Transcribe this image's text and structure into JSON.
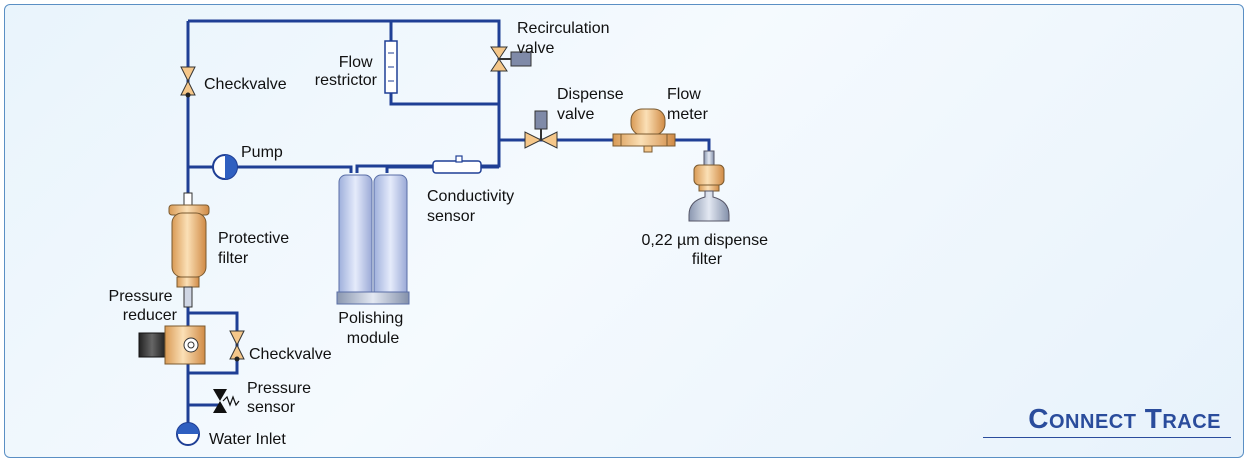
{
  "labels": {
    "recirculation_valve": [
      "Recirculation",
      "valve"
    ],
    "flow_restrictor": [
      "Flow",
      "restrictor"
    ],
    "checkvalve_top": "Checkvalve",
    "dispense_valve": [
      "Dispense",
      "valve"
    ],
    "flow_meter": [
      "Flow",
      "meter"
    ],
    "pump": "Pump",
    "conductivity_sensor": [
      "Conductivity",
      "sensor"
    ],
    "protective_filter": [
      "Protective",
      "filter"
    ],
    "dispense_filter": [
      "0,22 µm dispense",
      "filter"
    ],
    "pressure_reducer": [
      "Pressure",
      "reducer"
    ],
    "polishing_module": [
      "Polishing",
      "module"
    ],
    "checkvalve_bottom": "Checkvalve",
    "pressure_sensor": [
      "Pressure",
      "sensor"
    ],
    "water_inlet": "Water Inlet"
  },
  "brand": "Connect Trace",
  "colors": {
    "pipe": "#1f3f95",
    "valve": "#f5c78a",
    "module": "#c9d3ef",
    "brand": "#2a4c9c"
  }
}
